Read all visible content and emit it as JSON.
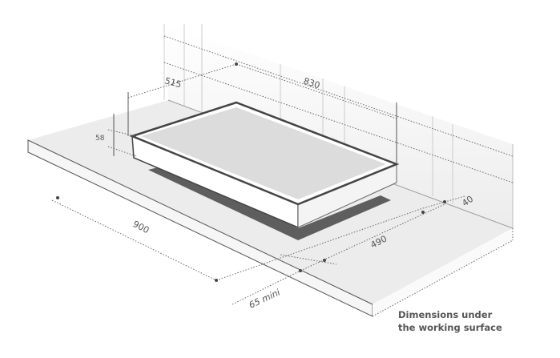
{
  "dimensions": {
    "wall_height": "515",
    "hob_width": "830",
    "hob_height": "58",
    "cutout_width": "900",
    "cutout_depth": "490",
    "back_distance": "40",
    "front_distance": "65 mini"
  },
  "caption": {
    "line1": "Dimensions under",
    "line2": "the working surface"
  },
  "colors": {
    "cutout": "#5e5e5e",
    "worktop": "#e9e9e9",
    "hob": "#d9d9d9"
  }
}
